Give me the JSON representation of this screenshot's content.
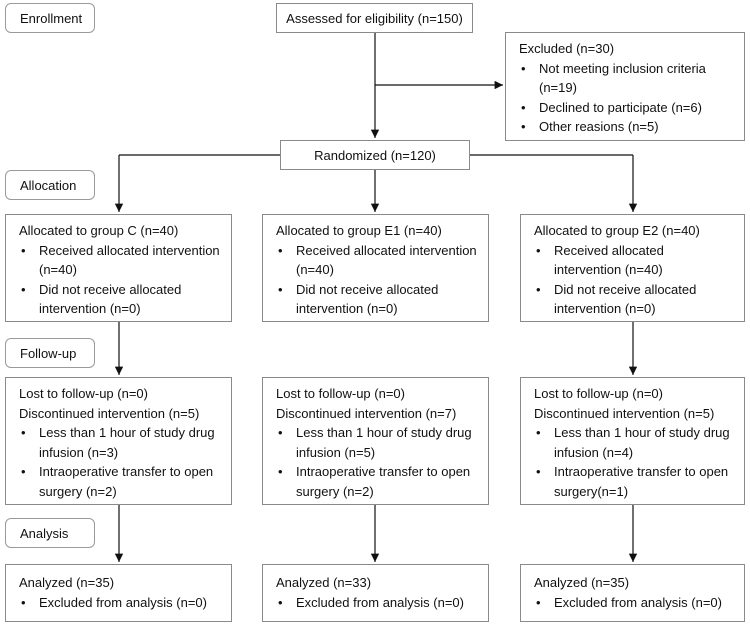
{
  "stages": {
    "enrollment": "Enrollment",
    "allocation": "Allocation",
    "follow_up": "Follow-up",
    "analysis": "Analysis"
  },
  "eligibility": "Assessed for eligibility (n=150)",
  "excluded": {
    "title": "Excluded (n=30)",
    "items": [
      "Not meeting inclusion criteria (n=19)",
      "Declined to participate (n=6)",
      "Other reasions (n=5)"
    ]
  },
  "randomized": "Randomized (n=120)",
  "groups": [
    {
      "allocation": {
        "title": "Allocated to group C (n=40)",
        "items": [
          "Received allocated intervention (n=40)",
          "Did not receive allocated intervention (n=0)"
        ]
      },
      "follow_up": {
        "lines": [
          "Lost to follow-up (n=0)",
          "Discontinued intervention (n=5)"
        ],
        "items": [
          "Less than 1 hour of study drug infusion (n=3)",
          "Intraoperative transfer to open surgery (n=2)"
        ]
      },
      "analysis": {
        "title": "Analyzed (n=35)",
        "items": [
          "Excluded from analysis (n=0)"
        ]
      }
    },
    {
      "allocation": {
        "title": "Allocated to group E1 (n=40)",
        "items": [
          "Received allocated intervention (n=40)",
          "Did not receive allocated intervention (n=0)"
        ]
      },
      "follow_up": {
        "lines": [
          "Lost to follow-up (n=0)",
          "Discontinued intervention (n=7)"
        ],
        "items": [
          "Less than 1 hour of study drug infusion (n=5)",
          "Intraoperative transfer to open surgery (n=2)"
        ]
      },
      "analysis": {
        "title": "Analyzed (n=33)",
        "items": [
          "Excluded from analysis (n=0)"
        ]
      }
    },
    {
      "allocation": {
        "title": "Allocated to group E2 (n=40)",
        "items": [
          "Received allocated intervention (n=40)",
          "Did not receive allocated intervention (n=0)"
        ]
      },
      "follow_up": {
        "lines": [
          "Lost to follow-up (n=0)",
          "Discontinued intervention (n=5)"
        ],
        "items": [
          "Less than 1 hour of study drug infusion (n=4)",
          "Intraoperative transfer to open surgery(n=1)"
        ]
      },
      "analysis": {
        "title": "Analyzed (n=35)",
        "items": [
          "Excluded from analysis (n=0)"
        ]
      }
    }
  ]
}
